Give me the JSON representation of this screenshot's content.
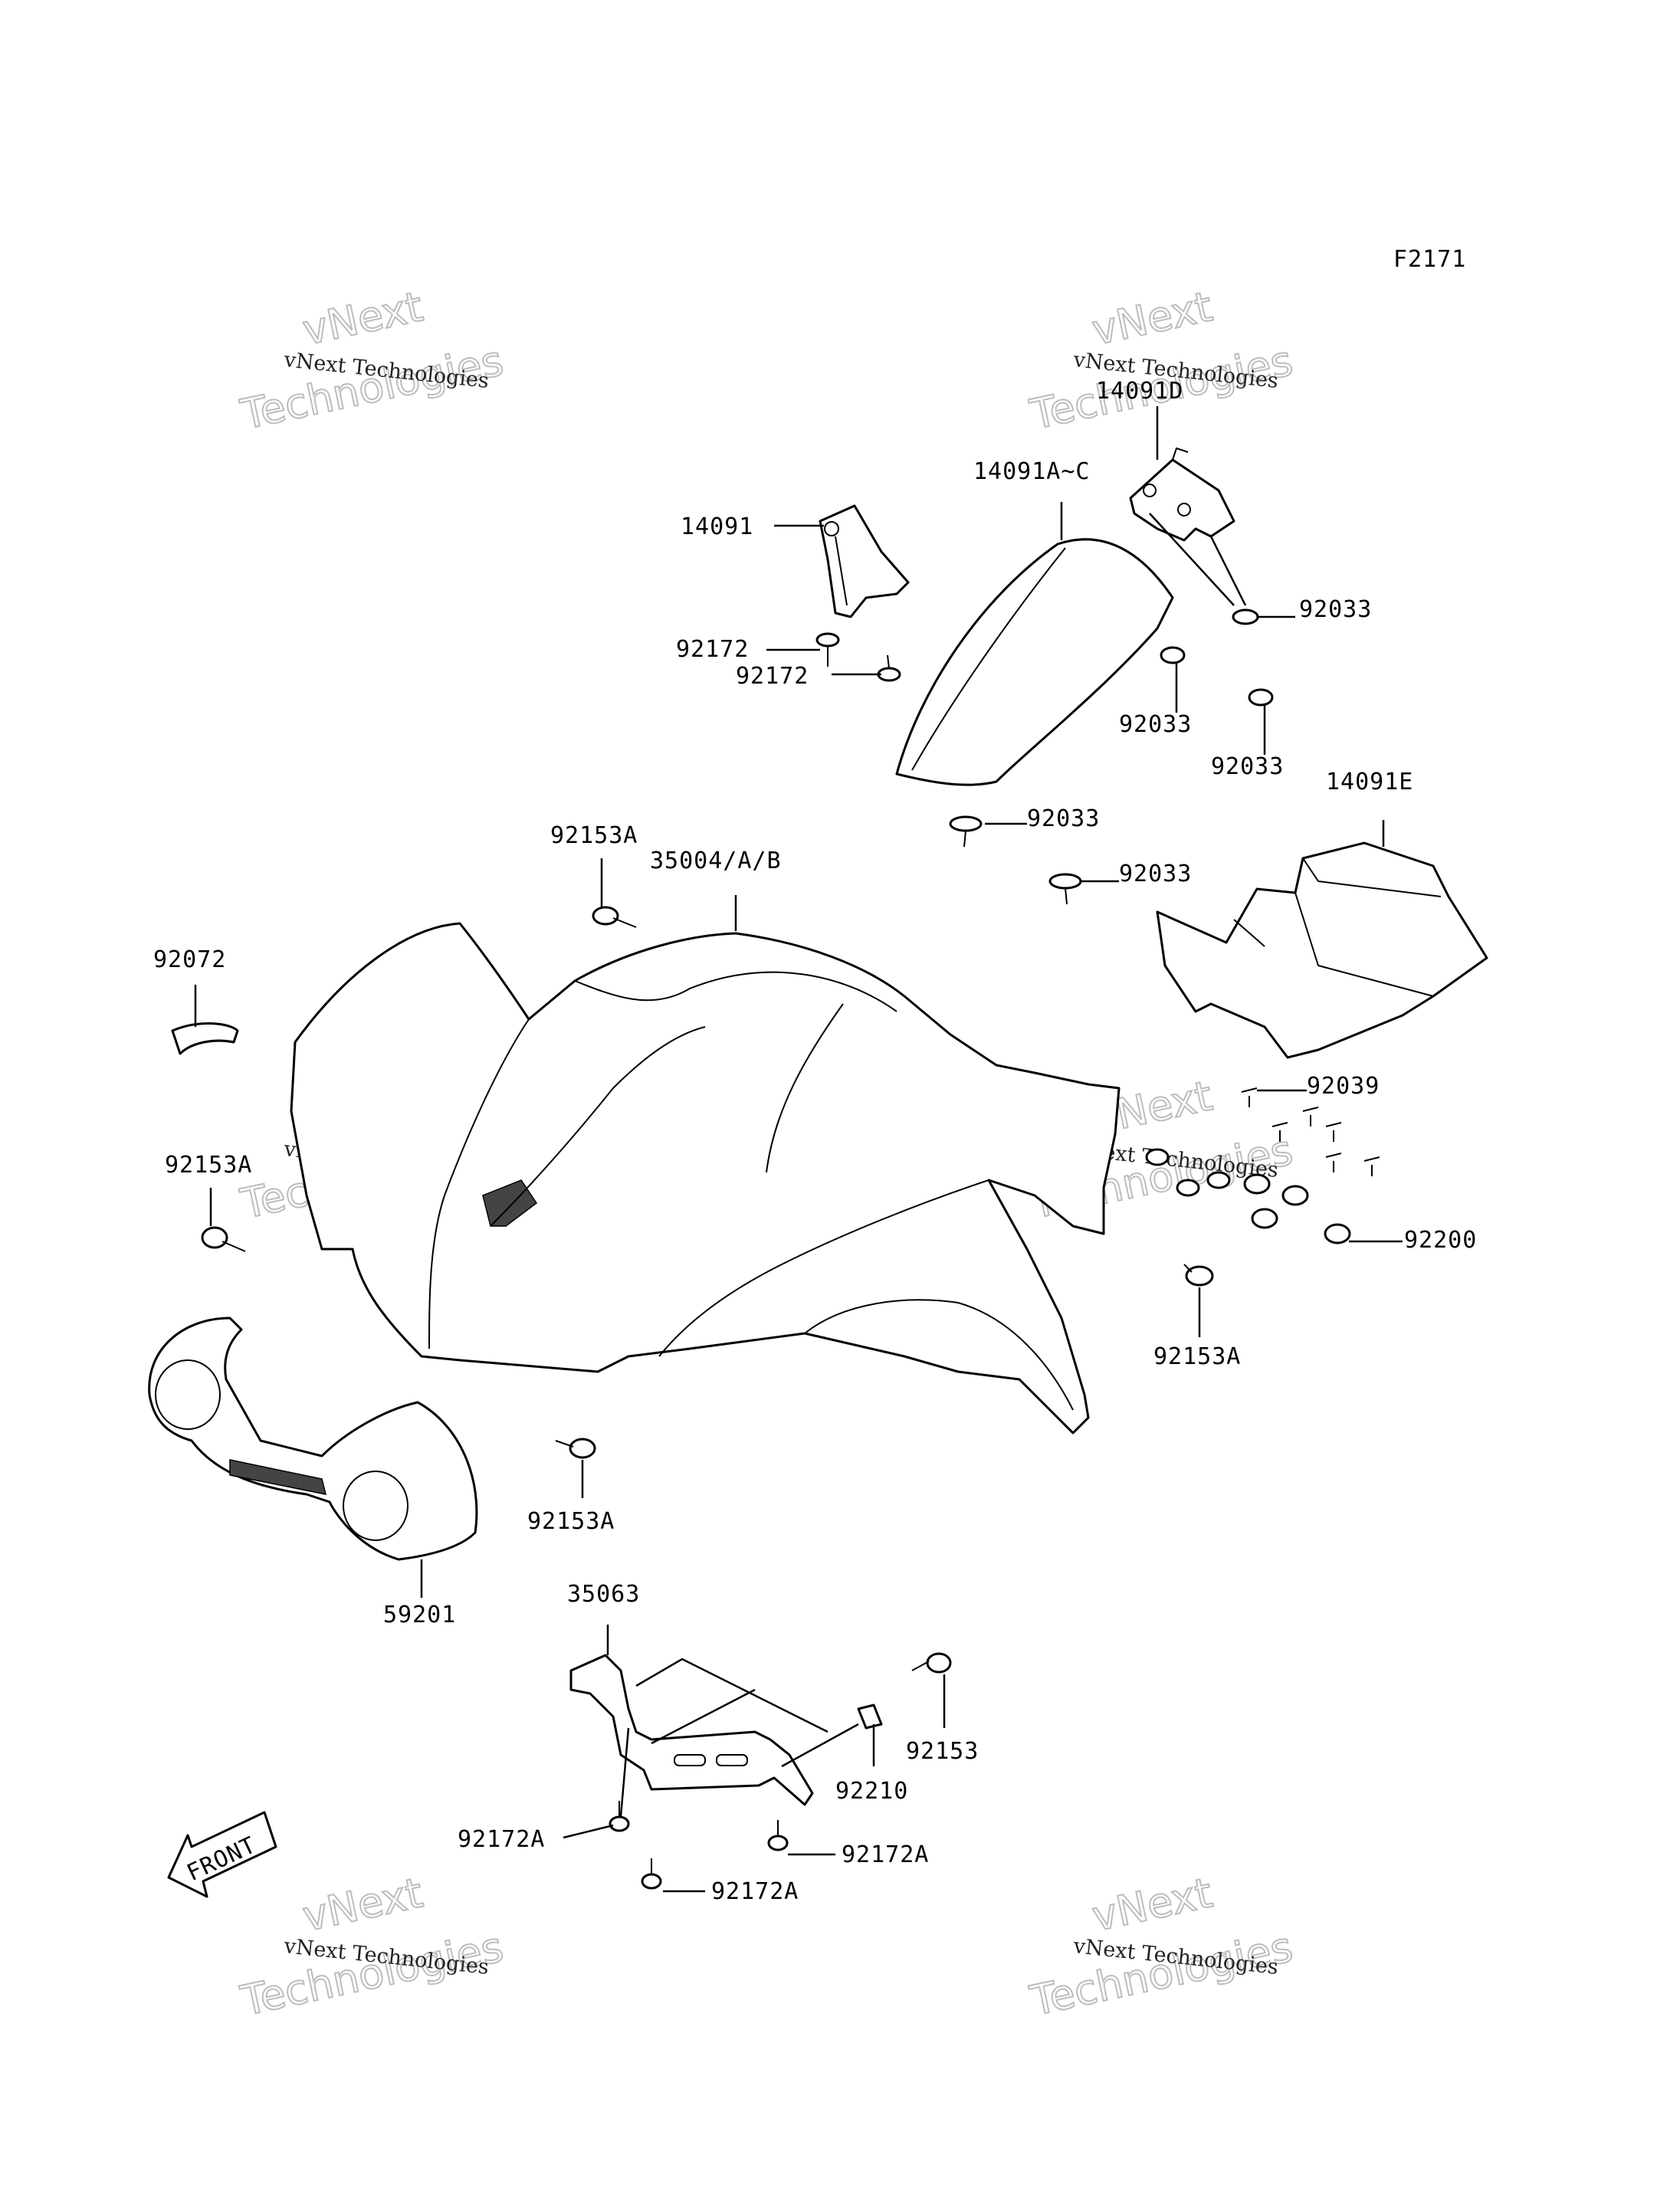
{
  "figure_code": "F2171",
  "watermark": {
    "line1": "vNext Technologies",
    "line2": "vNext",
    "line3": "Technologies"
  },
  "callouts": [
    {
      "id": "c1",
      "label": "14091D"
    },
    {
      "id": "c2",
      "label": "14091A~C"
    },
    {
      "id": "c3",
      "label": "14091"
    },
    {
      "id": "c4",
      "label": "92033"
    },
    {
      "id": "c5",
      "label": "92172"
    },
    {
      "id": "c6",
      "label": "92172"
    },
    {
      "id": "c7",
      "label": "92033"
    },
    {
      "id": "c8",
      "label": "92033"
    },
    {
      "id": "c9",
      "label": "14091E"
    },
    {
      "id": "c10",
      "label": "92033"
    },
    {
      "id": "c11",
      "label": "92033"
    },
    {
      "id": "c12",
      "label": "92153A"
    },
    {
      "id": "c13",
      "label": "35004/A/B"
    },
    {
      "id": "c14",
      "label": "92072"
    },
    {
      "id": "c15",
      "label": "92039"
    },
    {
      "id": "c16",
      "label": "92153A"
    },
    {
      "id": "c17",
      "label": "92200"
    },
    {
      "id": "c18",
      "label": "92153A"
    },
    {
      "id": "c19",
      "label": "92153A"
    },
    {
      "id": "c20",
      "label": "59201"
    },
    {
      "id": "c21",
      "label": "35063"
    },
    {
      "id": "c22",
      "label": "92153"
    },
    {
      "id": "c23",
      "label": "92210"
    },
    {
      "id": "c24",
      "label": "92172A"
    },
    {
      "id": "c25",
      "label": "92172A"
    },
    {
      "id": "c26",
      "label": "92172A"
    }
  ],
  "front_arrow_label": "FRONT"
}
